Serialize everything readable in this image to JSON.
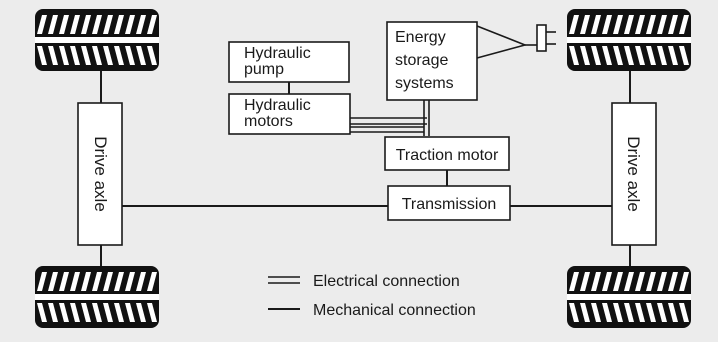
{
  "components": {
    "hydraulic_pump": [
      "Hydraulic",
      "pump"
    ],
    "hydraulic_motors": [
      "Hydraulic",
      "motors"
    ],
    "energy_storage": [
      "Energy",
      "storage",
      "systems"
    ],
    "traction_motor": "Traction motor",
    "transmission": "Transmission",
    "drive_axle_left": "Drive axle",
    "drive_axle_right": "Drive axle"
  },
  "legend": {
    "electrical": "Electrical connection",
    "mechanical": "Mechanical connection"
  },
  "colors": {
    "background": "#ececec",
    "box_fill": "#ffffff",
    "line": "#1a1a1a",
    "tire": "#111111"
  },
  "icons": {
    "wheel": "tire-tread-icon",
    "plug": "charging-plug-icon"
  }
}
